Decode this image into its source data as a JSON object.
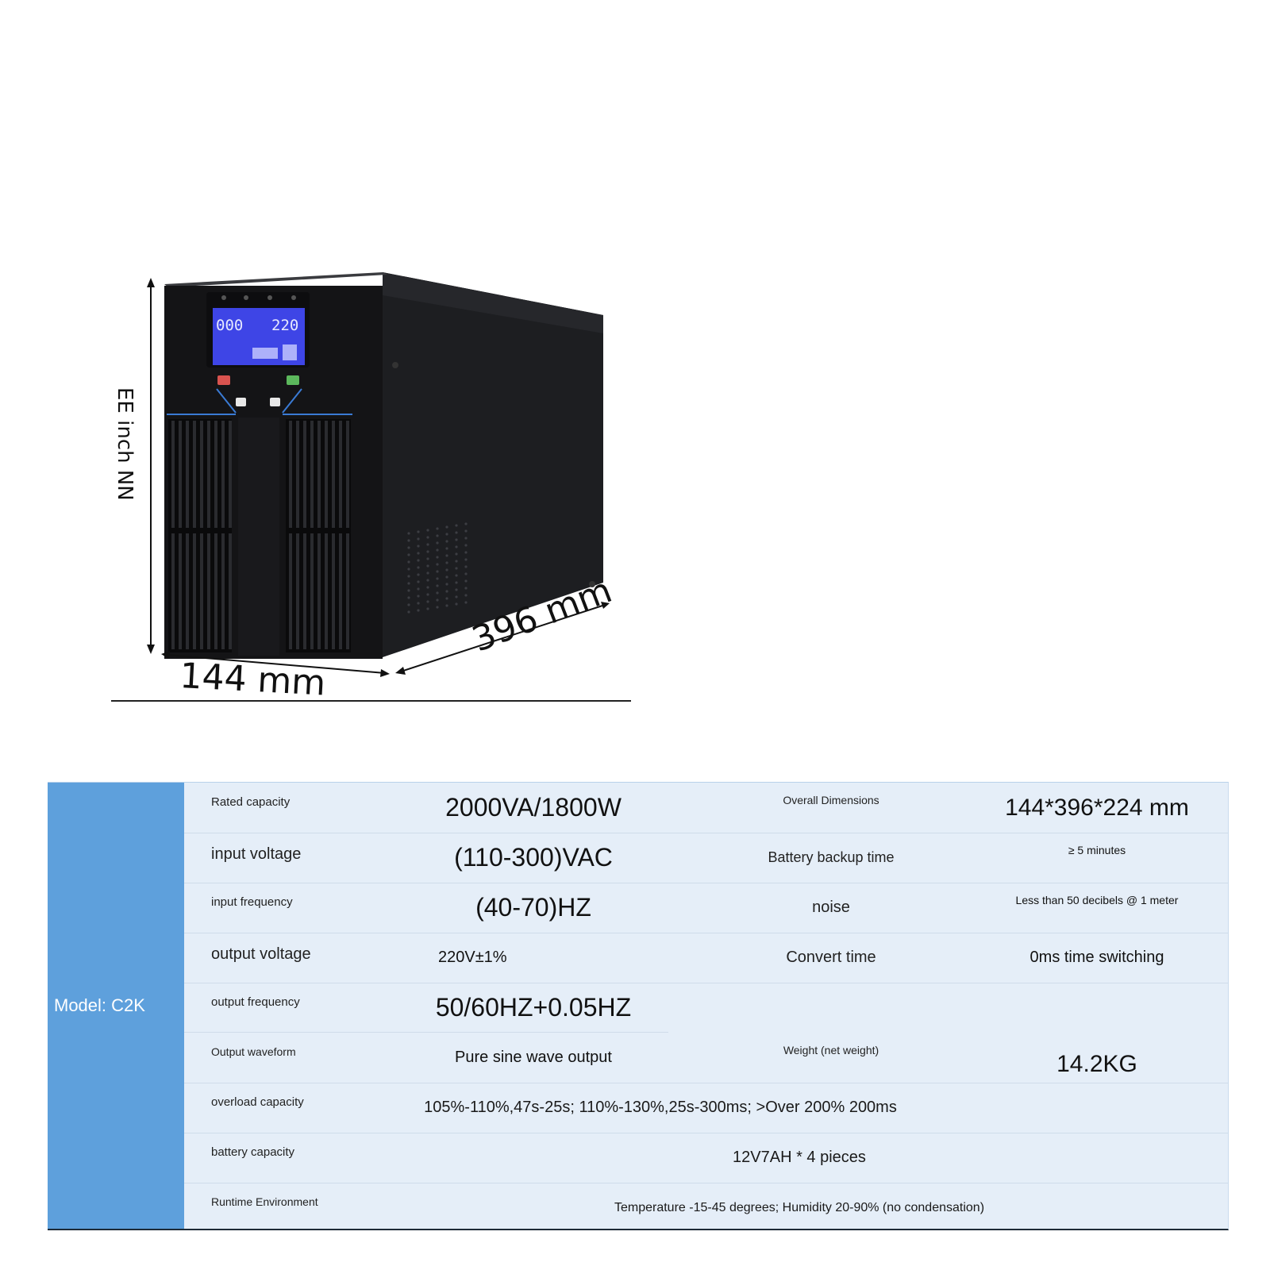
{
  "product": {
    "dimension_width": "144 mm",
    "dimension_depth": "396 mm",
    "dimension_height": "EE inch NN",
    "lcd_left_value": "000",
    "lcd_right_value": "220"
  },
  "spec_table": {
    "model": "Model: C2K",
    "rows": [
      {
        "label": "Rated capacity",
        "value": "2000VA/1800W",
        "label2": "Overall Dimensions",
        "value2": "144*396*224 mm"
      },
      {
        "label": "input voltage",
        "value": "(110-300)VAC",
        "label2": "Battery backup time",
        "value2": "≥ 5 minutes"
      },
      {
        "label": "input frequency",
        "value": "(40-70)HZ",
        "label2": "noise",
        "value2": "Less than 50 decibels @ 1 meter"
      },
      {
        "label": "output voltage",
        "value": "220V±1%",
        "label2": "Convert time",
        "value2": "0ms time switching"
      },
      {
        "label": "output frequency",
        "value": "50/60HZ+0.05HZ"
      },
      {
        "label": "Output waveform",
        "value": "Pure sine wave output",
        "label2": "Weight (net weight)",
        "value2": "14.2KG"
      },
      {
        "label": "overload capacity",
        "value": "105%-110%,47s-25s; 110%-130%,25s-300ms; >Over 200% 200ms"
      },
      {
        "label": "battery capacity",
        "value": "12V7AH * 4 pieces"
      },
      {
        "label": "Runtime Environment",
        "value": "Temperature -15-45 degrees; Humidity 20-90% (no condensation)"
      }
    ]
  }
}
